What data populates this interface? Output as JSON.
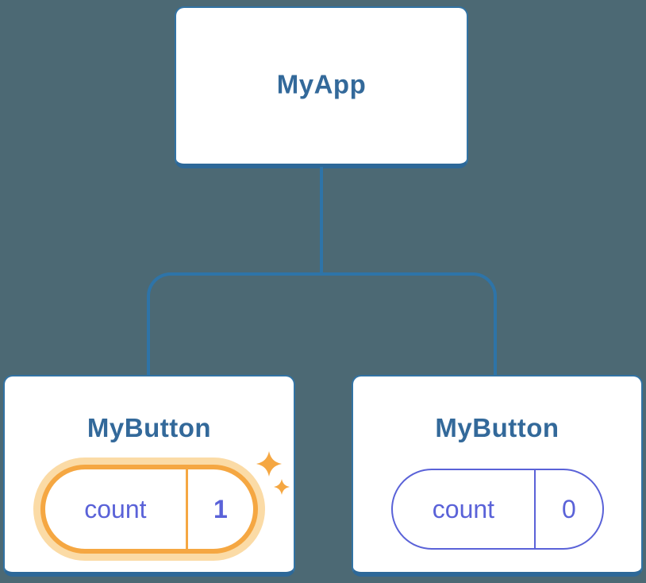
{
  "diagram": {
    "type": "component-tree",
    "root": {
      "label": "MyApp"
    },
    "children": [
      {
        "label": "MyButton",
        "state": {
          "key": "count",
          "value": "1"
        },
        "highlighted": true
      },
      {
        "label": "MyButton",
        "state": {
          "key": "count",
          "value": "0"
        },
        "highlighted": false
      }
    ],
    "icons": {
      "sparkles": "four-point-star-sparkles"
    },
    "colors": {
      "page_bg": "#4C6974",
      "card_bg": "#FFFFFF",
      "card_border": "#3273A4",
      "card_border_bottom": "#2D6898",
      "node_text": "#33699A",
      "connector": "#2E74A8",
      "state_text": "#5A62D8",
      "state_border": "#5A62D8",
      "highlight": "#F5A742",
      "highlight_glow": "#FBDBA6"
    }
  }
}
